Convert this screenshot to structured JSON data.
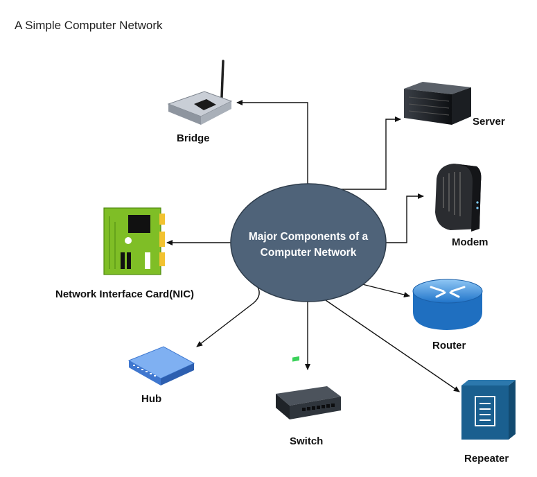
{
  "page": {
    "title": "A Simple Computer Network"
  },
  "hub": {
    "label_line1": "Major Components of a",
    "label_line2": "Computer Network",
    "fill_color": "#4f6379"
  },
  "components": [
    {
      "id": "bridge",
      "label": "Bridge",
      "icon": "wireless-router-icon"
    },
    {
      "id": "server",
      "label": "Server",
      "icon": "server-rack-icon"
    },
    {
      "id": "modem",
      "label": "Modem",
      "icon": "modem-icon"
    },
    {
      "id": "nic",
      "label": "Network Interface Card(NIC)",
      "icon": "network-card-icon"
    },
    {
      "id": "router",
      "label": "Router",
      "icon": "router-icon"
    },
    {
      "id": "hub",
      "label": "Hub",
      "icon": "hub-icon"
    },
    {
      "id": "switch",
      "label": "Switch",
      "icon": "switch-icon"
    },
    {
      "id": "repeater",
      "label": "Repeater",
      "icon": "repeater-icon"
    }
  ],
  "colors": {
    "hub_fill": "#4f6379",
    "arrow": "#111111",
    "nic_green": "#7fbe26",
    "router_blue": "#2f86d8",
    "repeater_blue": "#1a5f8f",
    "hub_device_blue": "#4a86e8"
  }
}
